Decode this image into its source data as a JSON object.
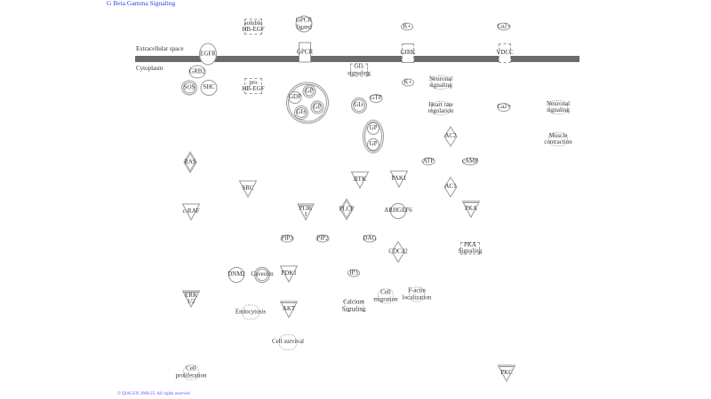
{
  "title": "G Beta Gamma Signaling",
  "copyright": "© QIAGEN 2000-25. All rights reserved",
  "labels": {
    "extracellular": "Extracellular space",
    "cytoplasm": "Cytoplasm"
  },
  "nodes": {
    "egfr": "EGFR",
    "soluble_hbegf_1": "soluble",
    "soluble_hbegf_2": "HB-EGF",
    "gpcr_ligand_1": "GPCR",
    "gpcr_ligand_2": "ligand",
    "gpcr": "GPCR",
    "k_out": "K+",
    "girk": "GIRK",
    "ca_out": "Ca2+",
    "vdcc": "VDCC",
    "grb2": "GRB2",
    "sos": "SOS",
    "shc": "SHC",
    "pro_hbegf_1": "pro",
    "pro_hbegf_2": "HB-EGF",
    "c_gdp": "GDP",
    "c_gb1": "GP",
    "c_gb2": "GP",
    "c_ga": "GI±",
    "ga_sig_1": "GI±",
    "ga_sig_2": "signaling",
    "ga": "GI±",
    "gtp": "GTP",
    "gbg_1": "GP",
    "gbg_2": "GP",
    "k_in": "K+",
    "neuro1_1": "Neuronal",
    "neuro1_2": "signaling",
    "heart_1": "Heart rate",
    "heart_2": "regulation",
    "ca_in": "Ca2+",
    "neuro2_1": "Neuronal",
    "neuro2_2": "signaling",
    "ac2": "AC2",
    "muscle_1": "Muscle",
    "muscle_2": "contraction",
    "ras": "RAS",
    "atp": "ATP",
    "camp": "cAMP",
    "src": "SRC",
    "btk": "BTK",
    "pak1": "PAK1",
    "ac1": "AC1",
    "craf": "c-RAF",
    "pi3k_1": "PI3K",
    "pi3k_2": "I",
    "plcb": "PLCP",
    "arhgef6": "ARHGEF6",
    "pka": "PKA",
    "pip3": "PIP3",
    "pip2": "PIP2",
    "dag": "DAG",
    "cdc42": "CDC42",
    "pka_sig_1": "PKA",
    "pka_sig_2": "Signaling",
    "dnm2": "DNM2",
    "caveolin": "Caveolin",
    "pdk1": "PDK1",
    "ip3": "IP3",
    "erk_1": "ERK",
    "erk_2": "1/2",
    "endocytosis": "Endocytosis",
    "akt": "AKT",
    "calcium_1": "Calcium",
    "calcium_2": "Signaling",
    "migration_1": "Cell",
    "migration_2": "migration",
    "factin_1": "F-actin",
    "factin_2": "localization",
    "survival": "Cell survival",
    "prolif_1": "Cell",
    "prolif_2": "proliferation",
    "pkc": "PKC"
  }
}
